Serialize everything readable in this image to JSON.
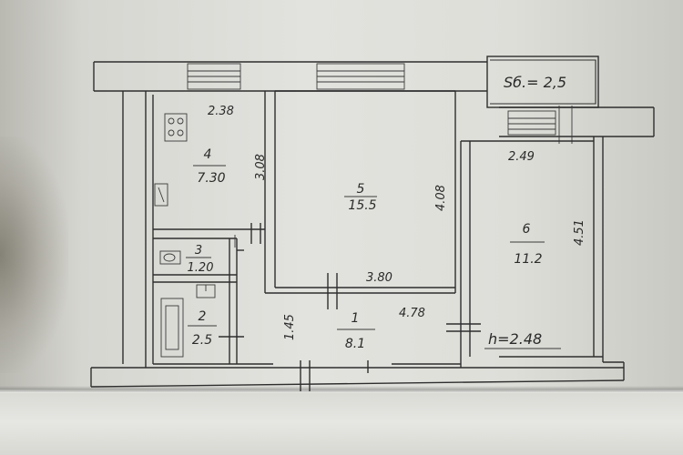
{
  "plan": {
    "balcony_label": "Sб.= 2,5",
    "height_label": "h=2.48",
    "rooms": [
      {
        "number": "4",
        "area": "7.30"
      },
      {
        "number": "5",
        "area": "15.5"
      },
      {
        "number": "6",
        "area": "11.2"
      },
      {
        "number": "3",
        "area": "1.20"
      },
      {
        "number": "2",
        "area": "2.5"
      },
      {
        "number": "1",
        "area": "8.1"
      }
    ],
    "dimensions": {
      "kitchen_width": "2.38",
      "kitchen_depth": "3.08",
      "living_depth": "4.08",
      "living_width": "3.80",
      "bedroom_width": "2.49",
      "bedroom_depth": "4.51",
      "hall_width": "4.78",
      "hall_depth": "1.45"
    }
  }
}
